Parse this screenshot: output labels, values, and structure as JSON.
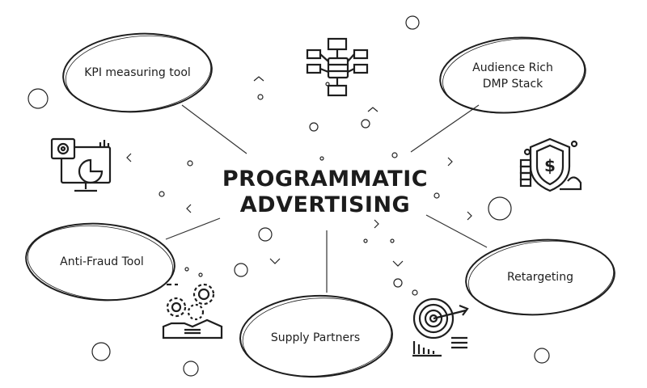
{
  "title": {
    "line1": "PROGRAMMATIC",
    "line2": "ADVERTISING"
  },
  "nodes": [
    {
      "id": "kpi",
      "label": "KPI measuring tool",
      "icon": "monitor-analytics-icon"
    },
    {
      "id": "audience",
      "label_line1": "Audience Rich",
      "label_line2": "DMP Stack",
      "icon": "security-shield-dollar-icon"
    },
    {
      "id": "antifraud",
      "label": "Anti-Fraud Tool",
      "icon": "gears-handshake-icon"
    },
    {
      "id": "retargeting",
      "label": "Retargeting",
      "icon": "target-chart-icon"
    },
    {
      "id": "supply",
      "label": "Supply Partners",
      "icon": ""
    }
  ],
  "top_icon": "server-network-icon",
  "colors": {
    "ink": "#1c1c1c",
    "line": "#333333",
    "background": "#ffffff"
  }
}
